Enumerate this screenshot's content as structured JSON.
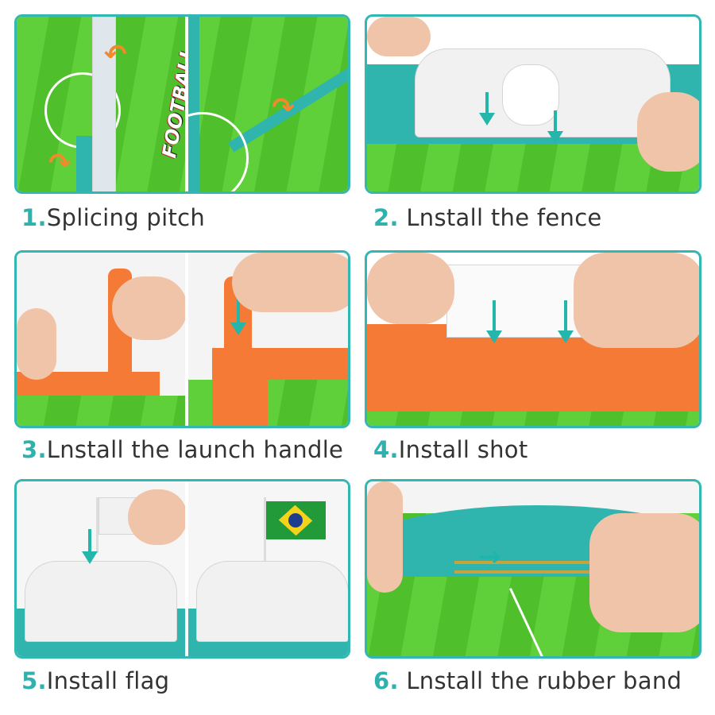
{
  "accent_color": "#2fb2ae",
  "steps": [
    {
      "number": "1.",
      "label": "Splicing pitch"
    },
    {
      "number": "2.",
      "label": "Lnstall the fence"
    },
    {
      "number": "3.",
      "label": "Lnstall the launch handle"
    },
    {
      "number": "4.",
      "label": "Install shot"
    },
    {
      "number": "5.",
      "label": "Install flag"
    },
    {
      "number": "6.",
      "label": "Lnstall the rubber band"
    }
  ],
  "product_logo_text": "FOOTBALL"
}
